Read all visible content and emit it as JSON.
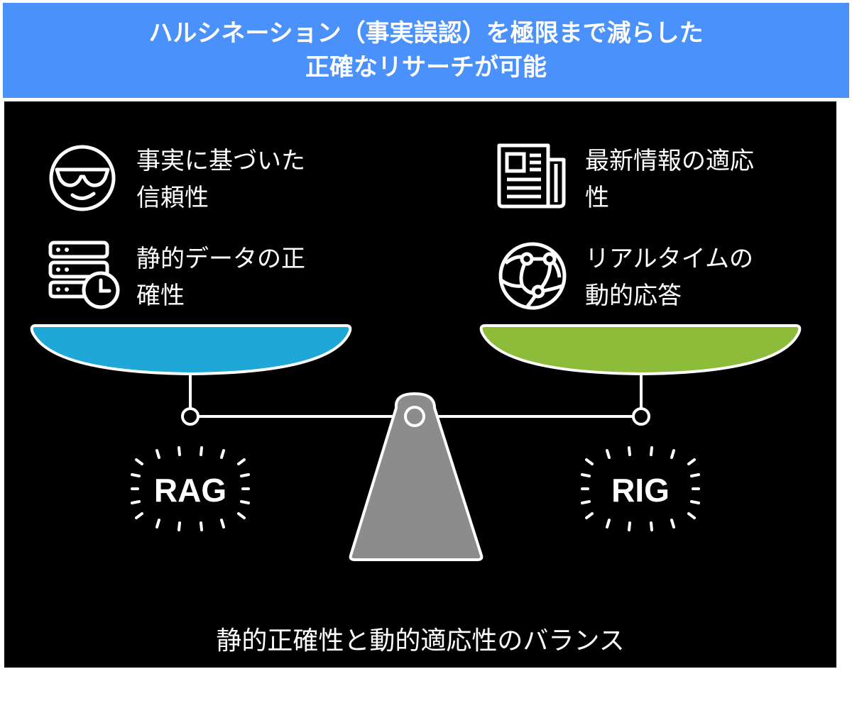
{
  "header": {
    "title_line1": "ハルシネーション（事実誤認）を極限まで減らした",
    "title_line2": "正確なリサーチが可能"
  },
  "left": {
    "feature1": {
      "line1": "事実に基づいた",
      "line2": "信頼性",
      "icon": "sunglasses-face-icon"
    },
    "feature2": {
      "line1": "静的データの正",
      "line2": "確性",
      "icon": "server-clock-icon"
    },
    "label": "RAG",
    "pan_color": "#1fa7d8"
  },
  "right": {
    "feature1": {
      "line1": "最新情報の適応",
      "line2": "性",
      "icon": "newspaper-icon"
    },
    "feature2": {
      "line1": "リアルタイムの",
      "line2": "動的応答",
      "icon": "globe-network-icon"
    },
    "label": "RIG",
    "pan_color": "#8dbb3a"
  },
  "caption": "静的正確性と動的適応性のバランス",
  "colors": {
    "banner": "#4b91fb",
    "background": "#000000",
    "fulcrum": "#8c8c8c"
  }
}
